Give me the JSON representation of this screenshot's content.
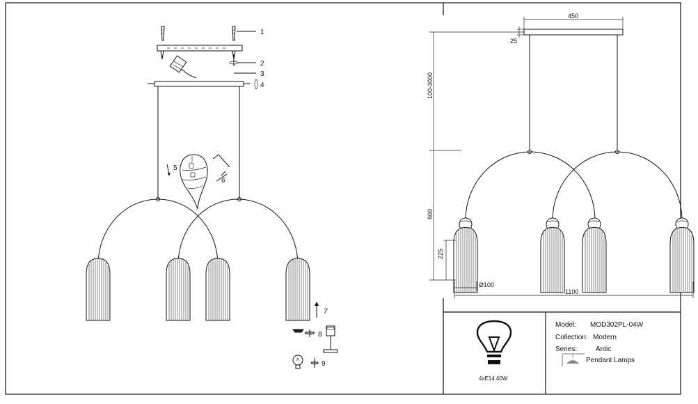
{
  "callouts": [
    "1",
    "2",
    "3",
    "4",
    "5",
    "6",
    "7",
    "8",
    "9"
  ],
  "dimensions": {
    "canopy_width": "450",
    "canopy_height": "25",
    "cable_length": "100-3000",
    "arch_height": "600",
    "shade_height": "225",
    "shade_diameter": "Ø100",
    "overall_width": "1100"
  },
  "bulb": {
    "icon": "light-bulb-icon",
    "label": "4xE14 40W"
  },
  "info": {
    "model_label": "Model:",
    "model_value": "MOD302PL-04W",
    "collection_label": "Collection:",
    "collection_value": "Modern",
    "series_label": "Series:",
    "series_value": "Antic",
    "type_icon": "pendant-lamp-icon",
    "type_value": "Pendant Lamps"
  }
}
